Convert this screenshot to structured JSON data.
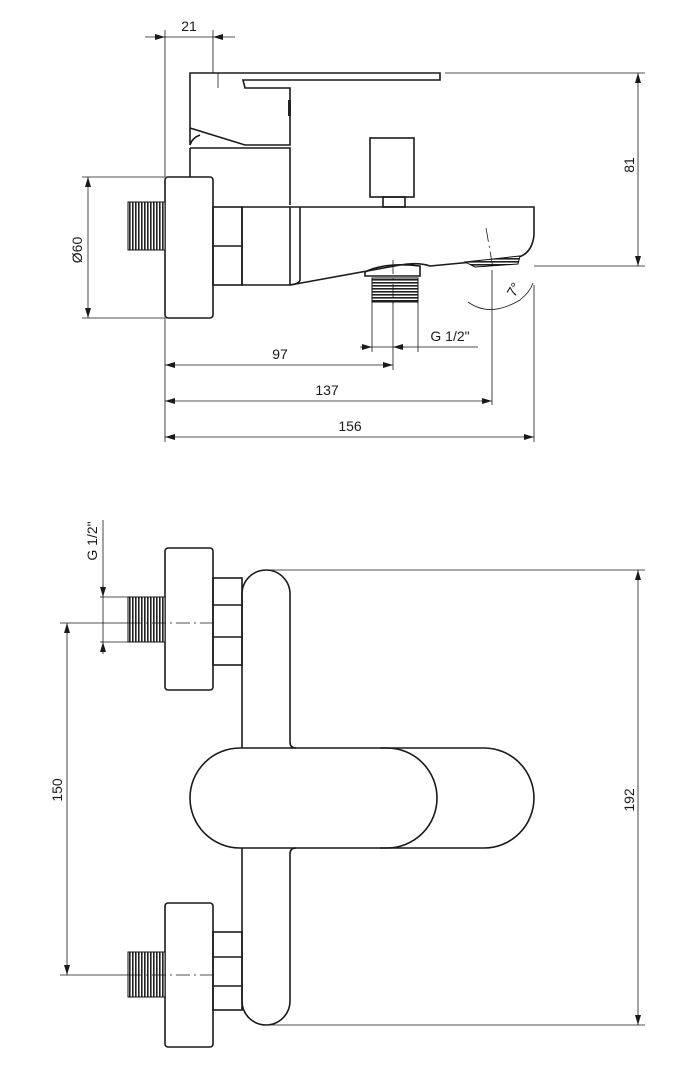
{
  "side_view": {
    "dims": {
      "flange_depth": "21",
      "height": "81",
      "flange_diameter": "Ø60",
      "outlet_distance": "97",
      "spout_outlet_distance": "137",
      "total_length": "156",
      "outlet_thread": "G 1/2\"",
      "spout_angle": "7°"
    }
  },
  "front_view": {
    "dims": {
      "thread": "G 1/2\"",
      "connection_spacing": "150",
      "total_height": "192"
    }
  },
  "colors": {
    "line": "#1a1a1a",
    "background": "#ffffff"
  }
}
